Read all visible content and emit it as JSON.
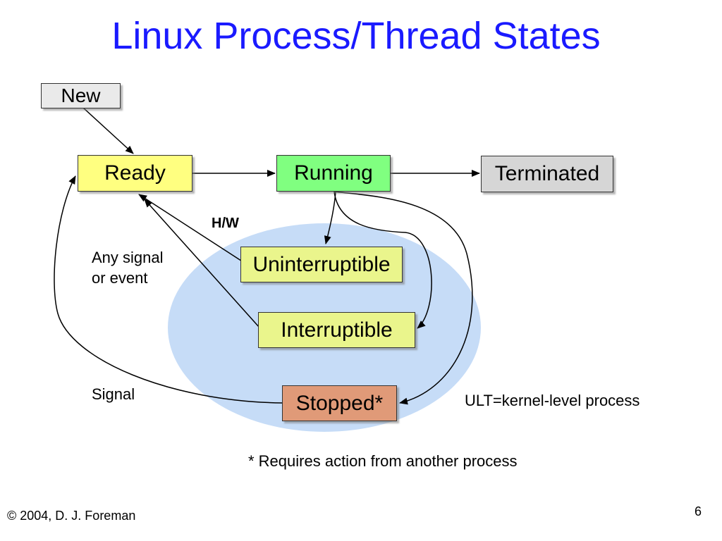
{
  "title": "Linux Process/Thread States",
  "states": {
    "new": "New",
    "ready": "Ready",
    "running": "Running",
    "terminated": "Terminated",
    "uninterruptible": "Uninterruptible",
    "interruptible": "Interruptible",
    "stopped": "Stopped*"
  },
  "labels": {
    "hw": "H/W",
    "any_signal_line1": "Any signal",
    "any_signal_line2": "or event",
    "signal": "Signal",
    "ult_note": "ULT=kernel-level process",
    "footnote": "* Requires action from another process"
  },
  "footer": {
    "copyright": "© 2004, D. J. Foreman",
    "page_number": "6"
  },
  "colors": {
    "title": "#1a1aff",
    "blocked_region": "#c6dcf7",
    "new": "#eaeaea",
    "ready": "#ffff80",
    "running": "#80ff80",
    "terminated": "#d6d6d6",
    "uninterruptible": "#eaf58c",
    "interruptible": "#eaf58c",
    "stopped": "#e09a78"
  }
}
